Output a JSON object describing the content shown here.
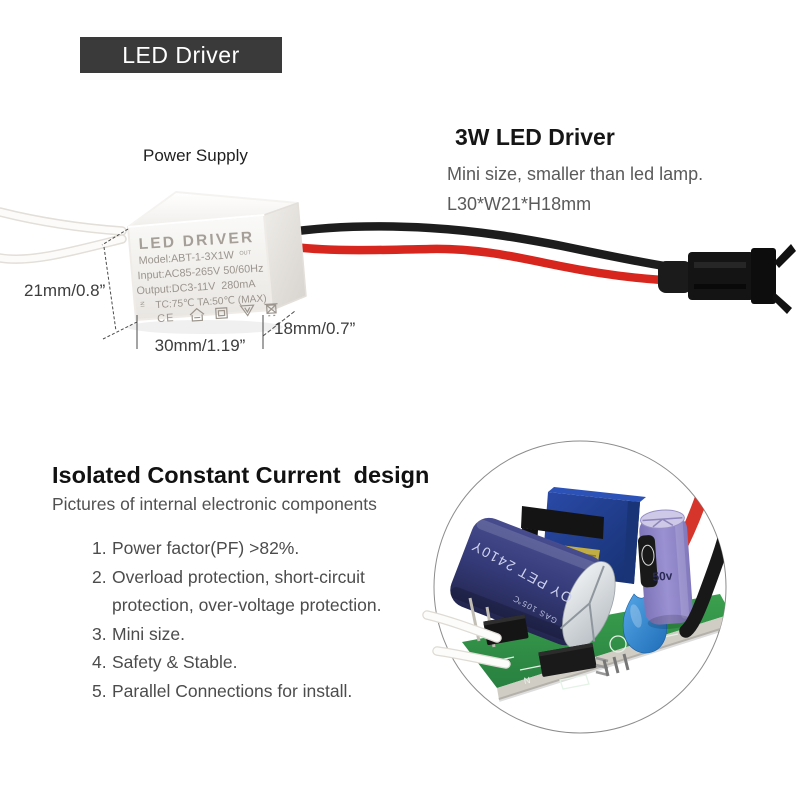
{
  "banner": {
    "label": "LED Driver",
    "bg": "#3a3a3a"
  },
  "photo_annotations": {
    "power_supply": "Power Supply"
  },
  "device": {
    "title": "LED DRIVER",
    "model_line": "Model:ABT-1-3X1W",
    "input_line": "Input:AC85-265V 50/60Hz",
    "output_line": "Output:DC3-11V  280mA",
    "temp_line": "TC:75℃ TA:50℃ (MAX)",
    "out_label": "OUT",
    "in_label": "IN",
    "cert_icons": [
      {
        "name": "ce-mark-icon",
        "glyph": "CE"
      },
      {
        "name": "indoor-use-icon"
      },
      {
        "name": "class-ii-insulation-icon"
      },
      {
        "name": "selv-triangle-icon"
      },
      {
        "name": "weee-bin-icon"
      }
    ]
  },
  "dimensions": {
    "height": "21mm/0.8”",
    "width": "30mm/1.19”",
    "depth": "18mm/0.7”"
  },
  "right_info": {
    "title": "3W LED Driver",
    "line1": "Mini size, smaller than led lamp.",
    "line2": "L30*W21*H18mm"
  },
  "features": {
    "title": "Isolated Constant Current  design",
    "subtitle": "Pictures of internal electronic components",
    "items": [
      {
        "n": "1.",
        "t": "Power factor(PF) >82%."
      },
      {
        "n": "2.",
        "t": "Overload protection, short-circuit protection, over-voltage protection."
      },
      {
        "n": "3.",
        "t": "Mini size."
      },
      {
        "n": "4.",
        "t": "Safety & Stable."
      },
      {
        "n": "5.",
        "t": "Parallel Connections for install."
      }
    ]
  },
  "pcb_photo": {
    "capacitor_line1": "OY PET 2410Y",
    "capacitor_line2": "GAS 105℃",
    "small_capacitor_label": "50v",
    "board_mark": "N"
  },
  "colors": {
    "red_wire": "#d7261d",
    "black_wire": "#1d1d1d",
    "pcb_green": "#2f8f46",
    "device_text": "#9a948c"
  }
}
